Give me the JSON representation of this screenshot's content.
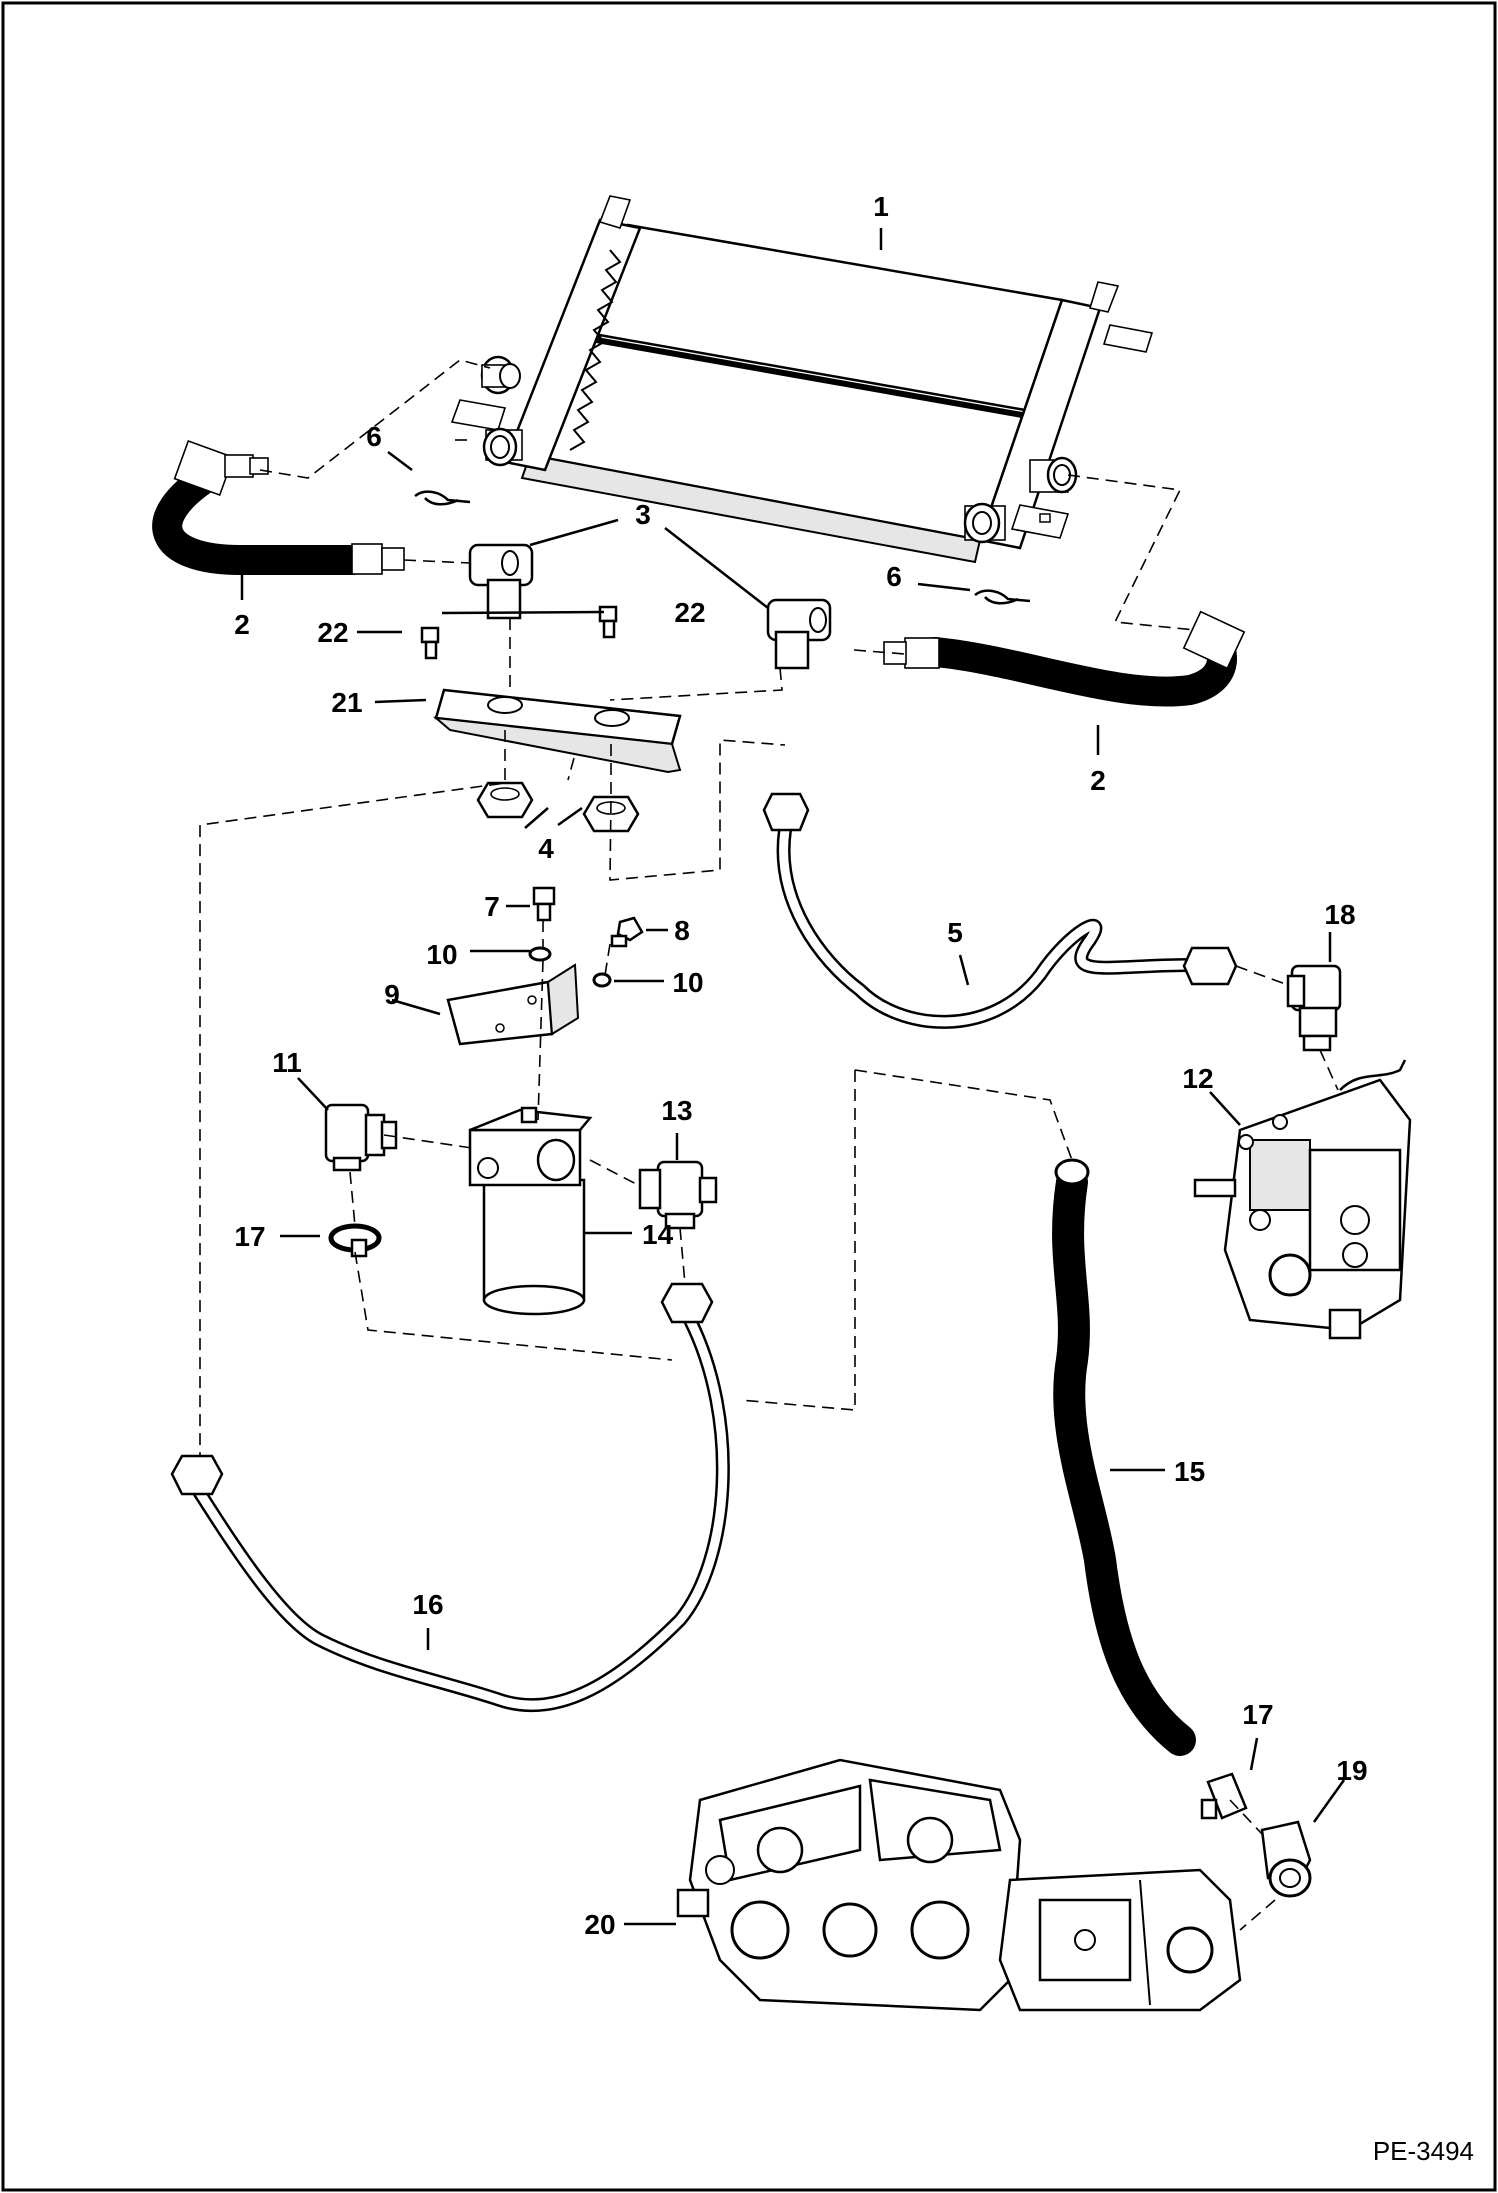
{
  "diagram": {
    "document_id": "PE-3494",
    "callouts": [
      {
        "id": "c1",
        "text": "1"
      },
      {
        "id": "c2a",
        "text": "2"
      },
      {
        "id": "c2b",
        "text": "2"
      },
      {
        "id": "c3",
        "text": "3"
      },
      {
        "id": "c4",
        "text": "4"
      },
      {
        "id": "c5",
        "text": "5"
      },
      {
        "id": "c6a",
        "text": "6"
      },
      {
        "id": "c6b",
        "text": "6"
      },
      {
        "id": "c7",
        "text": "7"
      },
      {
        "id": "c8",
        "text": "8"
      },
      {
        "id": "c9",
        "text": "9"
      },
      {
        "id": "c10a",
        "text": "10"
      },
      {
        "id": "c10b",
        "text": "10"
      },
      {
        "id": "c11",
        "text": "11"
      },
      {
        "id": "c12",
        "text": "12"
      },
      {
        "id": "c13",
        "text": "13"
      },
      {
        "id": "c14",
        "text": "14"
      },
      {
        "id": "c15",
        "text": "15"
      },
      {
        "id": "c16",
        "text": "16"
      },
      {
        "id": "c17a",
        "text": "17"
      },
      {
        "id": "c17b",
        "text": "17"
      },
      {
        "id": "c18",
        "text": "18"
      },
      {
        "id": "c19",
        "text": "19"
      },
      {
        "id": "c20",
        "text": "20"
      },
      {
        "id": "c21",
        "text": "21"
      },
      {
        "id": "c22a",
        "text": "22"
      },
      {
        "id": "c22b",
        "text": "22"
      }
    ]
  }
}
